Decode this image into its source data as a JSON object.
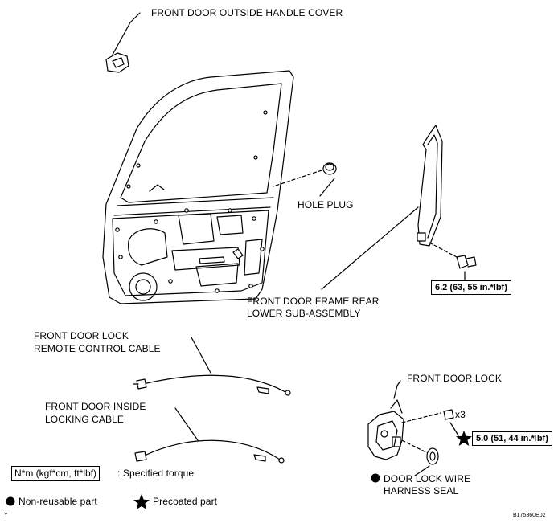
{
  "labels": {
    "handle_cover": "FRONT DOOR OUTSIDE HANDLE COVER",
    "hole_plug": "HOLE PLUG",
    "frame_rear_line1": "FRONT DOOR FRAME REAR",
    "frame_rear_line2": "LOWER SUB-ASSEMBLY",
    "remote_cable_line1": "FRONT DOOR LOCK",
    "remote_cable_line2": "REMOTE CONTROL CABLE",
    "inside_cable_line1": "FRONT DOOR INSIDE",
    "inside_cable_line2": "LOCKING CABLE",
    "door_lock": "FRONT DOOR LOCK",
    "wire_seal_line1": "DOOR LOCK WIRE",
    "wire_seal_line2": "HARNESS SEAL",
    "bolt_qty": "x3"
  },
  "torques": {
    "frame_bolt": "6.2 (63, 55 in.*lbf)",
    "lock_screw": "5.0 (51, 44 in.*lbf)"
  },
  "legend": {
    "torque_units": "N*m (kgf*cm, ft*lbf)",
    "torque_desc": ": Specified torque",
    "non_reusable": "Non-reusable part",
    "precoated": "Precoated part"
  },
  "footer": {
    "left_code": "Y",
    "figure_id": "B175360E02"
  }
}
